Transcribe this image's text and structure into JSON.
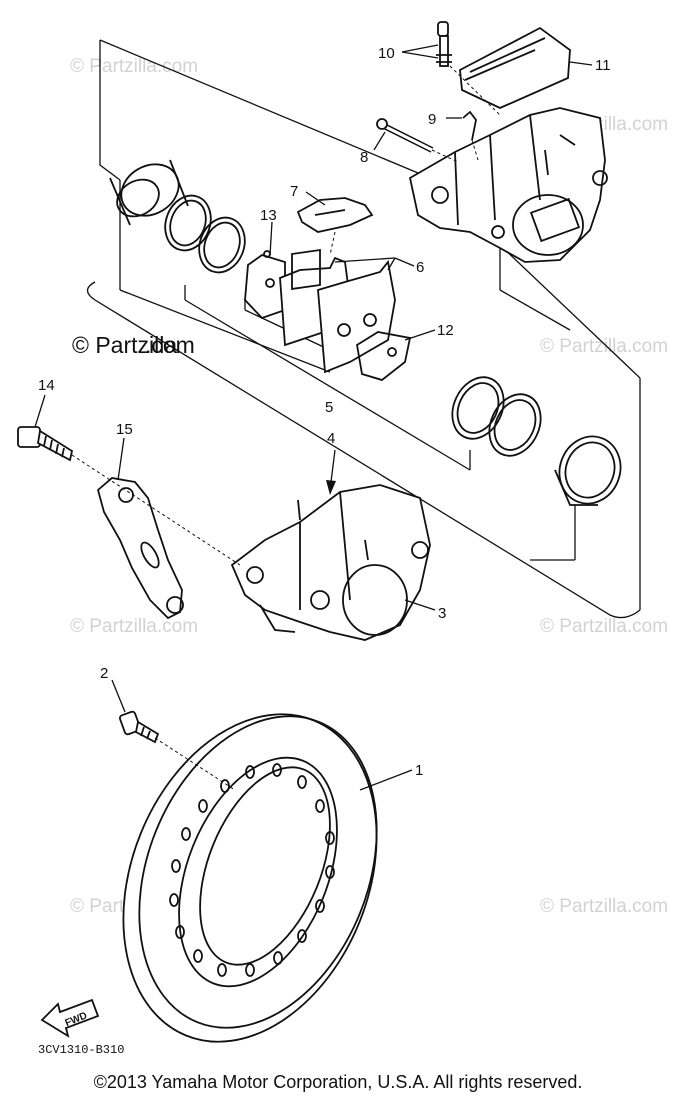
{
  "callouts": {
    "c1": "1",
    "c2": "2",
    "c3": "3",
    "c4": "4",
    "c5": "5",
    "c6": "6",
    "c7": "7",
    "c8": "8",
    "c9": "9",
    "c10": "10",
    "c11": "11",
    "c12": "12",
    "c13": "13",
    "c14": "14",
    "c15": "15"
  },
  "watermarks": {
    "main": "© Partzilla.com",
    "faint": "© Partzilla.com"
  },
  "diagram_code": "3CV1310-B310",
  "fwd_label": "FWD",
  "copyright": "©2013 Yamaha Motor Corporation, U.S.A. All rights reserved."
}
